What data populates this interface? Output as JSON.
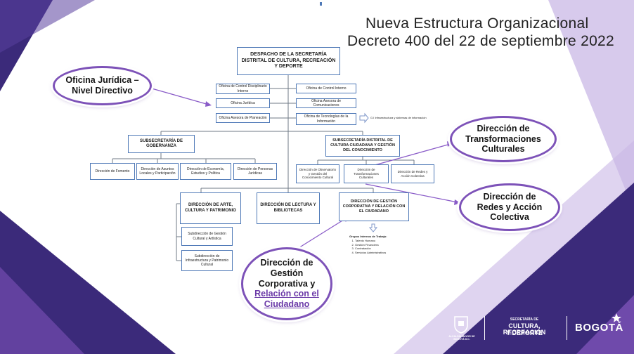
{
  "title": {
    "line1": "Nueva Estructura Organizacional",
    "line2": "Decreto 400 del 22 de septiembre 2022"
  },
  "colors": {
    "purple_dark": "#3b2a7a",
    "purple_mid": "#7d52b8",
    "purple_light": "#c9b8e6",
    "box_border": "#4f79b7",
    "connector": "#6f7a86"
  },
  "org": {
    "despacho": "DESPACHO DE LA SECRETARÍA DISTRITAL DE CULTURA, RECREACIÓN Y DEPORTE",
    "control_disciplinario": "Oficina de Control Disciplinario Interno",
    "control_interno": "Oficina de Control Interno",
    "juridica": "Oficina Jurídica",
    "comunicaciones": "Oficina Asesora de Comunicaciones",
    "planeacion": "Oficina Asesora de Planeación",
    "tecnologias": "Oficina de Tecnologías de la Información",
    "tecnologias_note": "G.I Infraestructura y sistemas de información",
    "sub_gobernanza": "SUBSECRETARÍA DE GOBERNANZA",
    "sub_cultura_ciudadana": "SUBSECRETARÍA DISTRITAL DE CULTURA CIUDADANA Y GESTIÓN DEL CONOCIMIENTO",
    "fomento": "Dirección de Fomento",
    "asuntos_locales": "Dirección de Asuntos Locales y Participación",
    "economia": "Dirección de Economía, Estudios y Política",
    "personas_juridicas": "Dirección de Personas Jurídicas",
    "observatorio": "Dirección de Observatorio y Gestión del Conocimiento Cultural",
    "transformaciones": "Dirección de Transformaciones Culturales",
    "redes": "Dirección de Redes y Acción Colectiva",
    "arte_cultura": "DIRECCIÓN DE ARTE, CULTURA Y PATRIMONIO",
    "lectura": "DIRECCIÓN DE LECTURA Y BIBLIOTECAS",
    "gestion_corporativa": "DIRECCIÓN DE GESTIÓN CORPORATIVA Y RELACIÓN CON EL CIUDADANO",
    "sub_gestion_cultural": "Subdirección de Gestión Cultural y Artística",
    "sub_infraestructura": "Subdirección de Infraestructura y Patrimonio Cultural",
    "groups_title": "Grupos Internos de Trabajo:",
    "groups": [
      "Talento Humano",
      "Gestión Financiera",
      "Contratación",
      "Servicios Administrativos"
    ]
  },
  "callouts": {
    "juridica": [
      "Oficina Jurídica –",
      "Nivel Directivo"
    ],
    "transformaciones": [
      "Dirección de",
      "Transformaciones",
      "Culturales"
    ],
    "redes": [
      "Dirección de",
      "Redes y Acción",
      "Colectiva"
    ],
    "gestion": [
      "Dirección de",
      "Gestión",
      "Corporativa y"
    ],
    "gestion_link": [
      "Relación con el",
      "Ciudadano"
    ]
  },
  "footer": {
    "alcaldia": "ALCALDÍA MAYOR DE BOGOTÁ D.C.",
    "secretaria_small": "SECRETARÍA DE",
    "secretaria_big_1": "CULTURA, RECREACIÓN",
    "secretaria_big_2": "Y DEPORTE",
    "bogota": "BOGOTÁ"
  }
}
